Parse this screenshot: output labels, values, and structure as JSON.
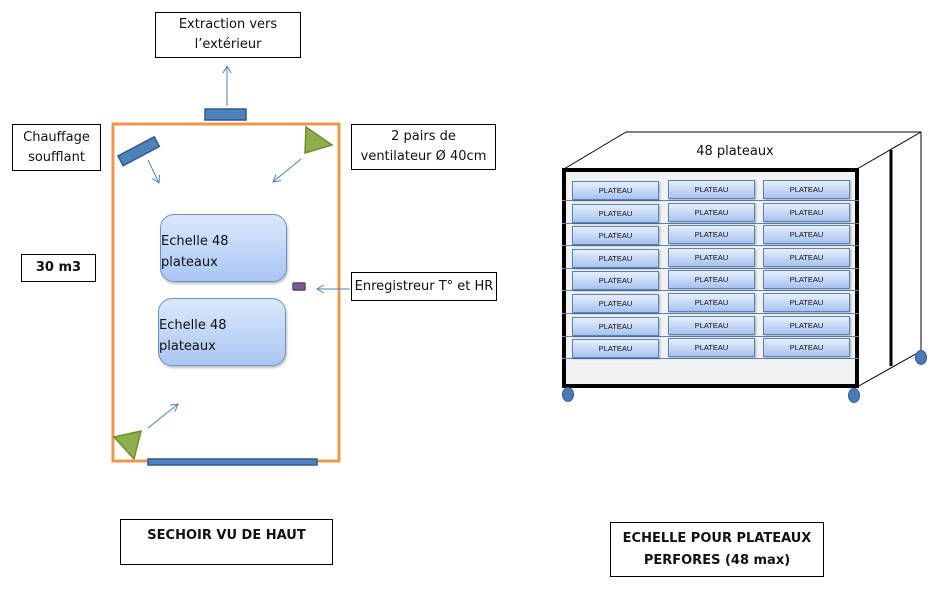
{
  "left_diagram": {
    "labels": {
      "extraction": [
        "Extraction vers",
        "l’extérieur"
      ],
      "heater": [
        "Chauffage",
        "soufflant"
      ],
      "fans": [
        "2 pairs de",
        "ventilateur Ø 40cm"
      ],
      "volume": "30 m3",
      "logger": "Enregistreur T° et HR",
      "title": "SECHOIR VU DE HAUT"
    },
    "racks": [
      {
        "line1": "Echelle 48",
        "line2": "plateaux"
      },
      {
        "line1": "Echelle 48",
        "line2": "plateaux"
      }
    ],
    "colors": {
      "room_border": "#f0974d",
      "fan": "#8cb04a",
      "heater": "#4f81bd",
      "logger": "#7b5a96",
      "arrow": "#4f81bd"
    }
  },
  "right_diagram": {
    "top_label": "48 plateaux",
    "tray_label": "PLATEAU",
    "rows": 8,
    "columns": 3,
    "title": [
      "ECHELLE POUR PLATEAUX",
      "PERFORES (48 max)"
    ]
  }
}
